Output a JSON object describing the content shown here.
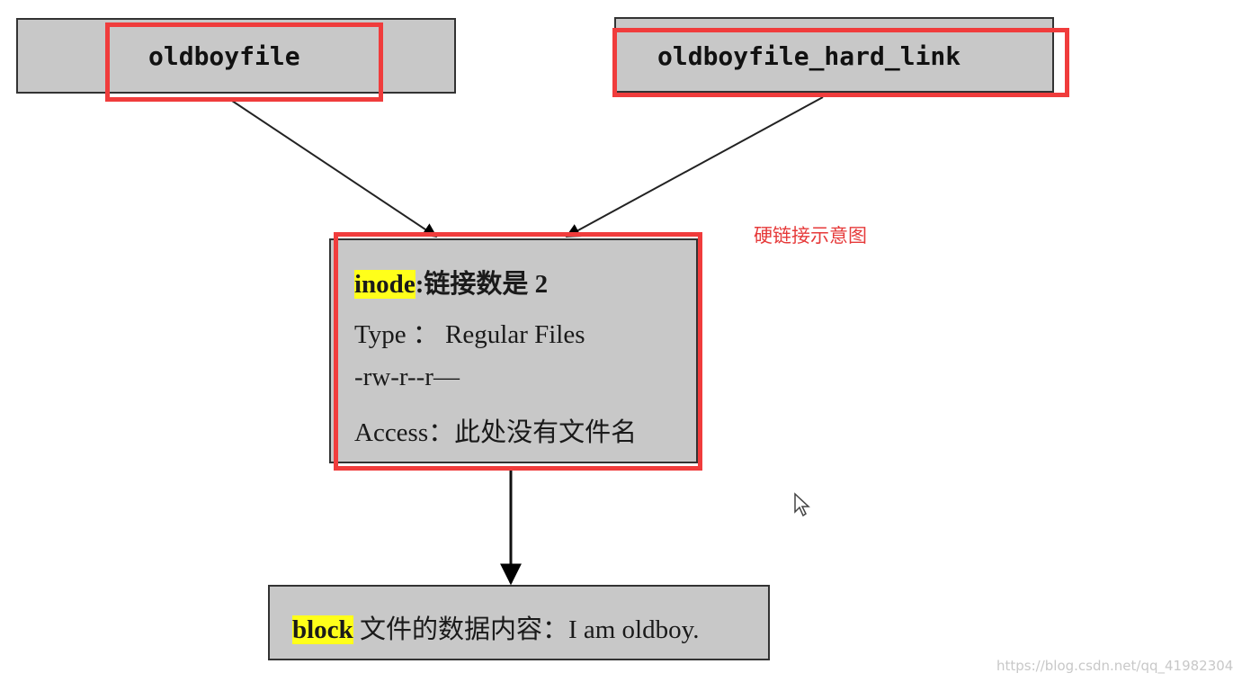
{
  "nodes": {
    "file1": {
      "label": "oldboyfile"
    },
    "file2": {
      "label": "oldboyfile_hard_link"
    },
    "inode": {
      "keyword": "inode",
      "line1_rest": ":链接数是 2",
      "line2": "Type ： Regular Files",
      "line3": "-rw-r--r—",
      "line4": "Access：此处没有文件名"
    },
    "block": {
      "keyword": "block",
      "rest": " 文件的数据内容：I am oldboy."
    }
  },
  "caption": "硬链接示意图",
  "watermark": "https://blog.csdn.net/qq_41982304",
  "colors": {
    "box_fill": "#c8c8c8",
    "highlight_border": "#f03c3c",
    "keyword_highlight": "#ffff1a",
    "caption": "#e63a3a"
  },
  "icons": {
    "cursor": "mouse-pointer-icon"
  }
}
